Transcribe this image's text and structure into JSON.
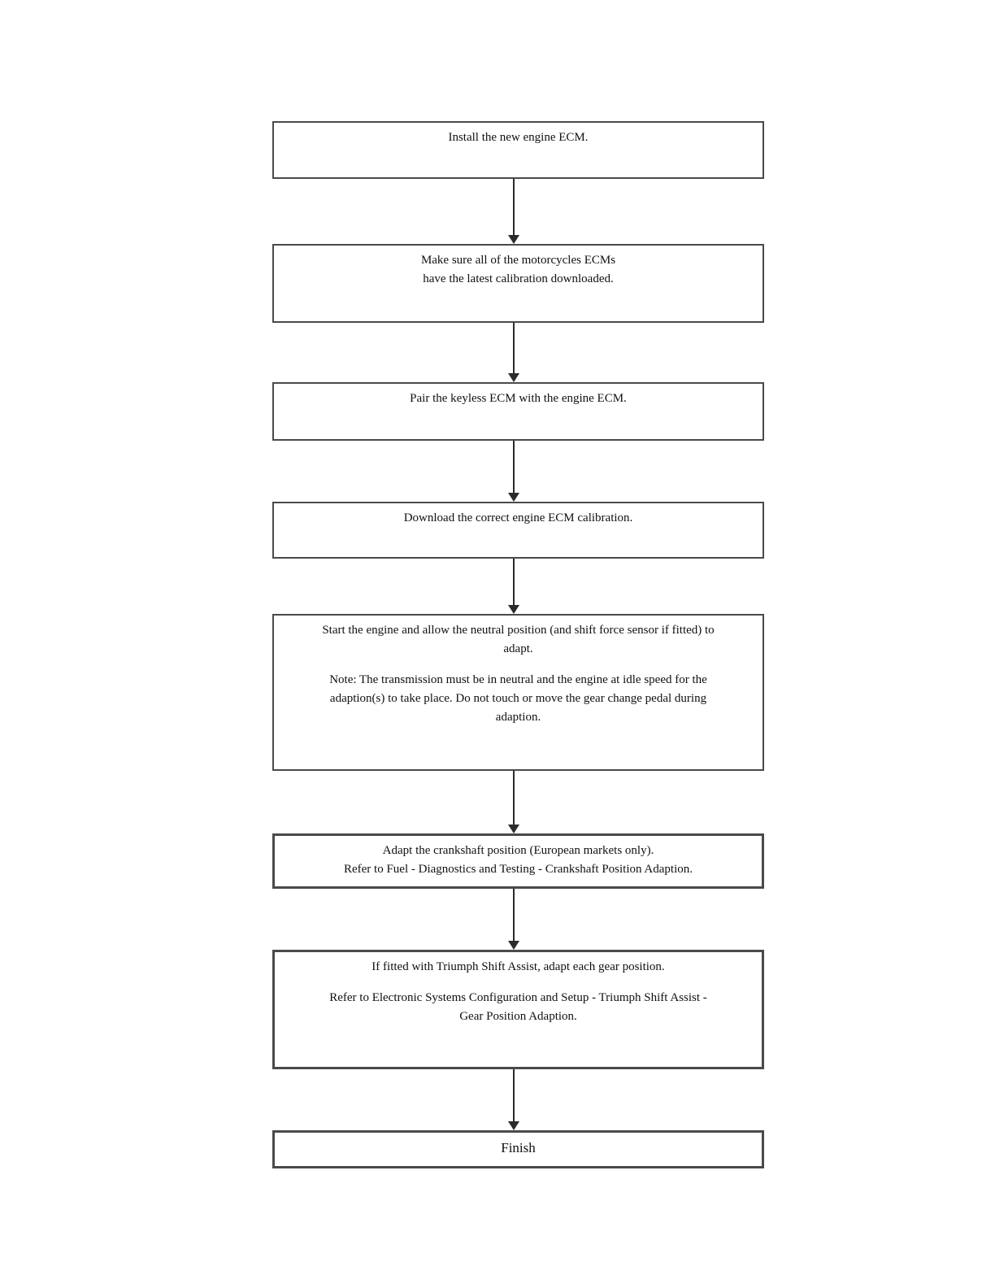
{
  "diagram": {
    "type": "flowchart",
    "colors": {
      "background": "#ffffff",
      "box_border": "#4a4a4a",
      "text": "#111111",
      "arrow": "#2b2b2b"
    },
    "nodes": [
      {
        "paragraphs": [
          "Install the new engine ECM."
        ]
      },
      {
        "paragraphs": [
          "Make sure all of the motorcycles ECMs\nhave the latest calibration downloaded."
        ]
      },
      {
        "paragraphs": [
          "Pair the keyless ECM with the engine ECM."
        ]
      },
      {
        "paragraphs": [
          "Download the correct engine ECM calibration."
        ]
      },
      {
        "paragraphs": [
          "Start the engine and allow the neutral position (and shift force sensor if fitted) to\nadapt.",
          "Note: The transmission must be in neutral and the engine at idle speed for the\nadaption(s) to take place. Do not touch or move the gear change pedal during\nadaption."
        ]
      },
      {
        "paragraphs": [
          "Adapt the crankshaft position (European markets only).\nRefer to Fuel - Diagnostics and Testing - Crankshaft Position Adaption."
        ]
      },
      {
        "paragraphs": [
          "If fitted with Triumph Shift Assist, adapt each gear position.",
          "Refer to Electronic Systems Configuration and Setup - Triumph Shift Assist -\nGear Position Adaption."
        ]
      },
      {
        "paragraphs": [
          "Finish"
        ]
      }
    ]
  }
}
